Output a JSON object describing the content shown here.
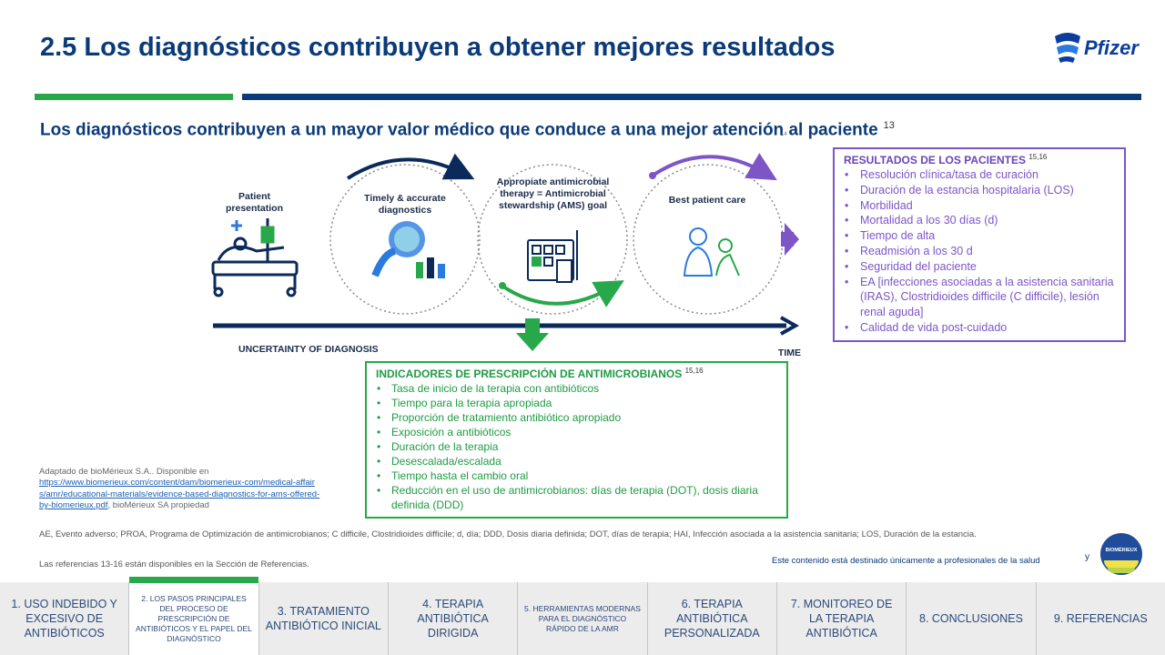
{
  "title": "2.5 Los diagnósticos contribuyen a obtener mejores resultados",
  "logo": "Pfizer",
  "subtitle": "Los diagnósticos contribuyen a un mayor valor médico que conduce a una mejor atención al paciente",
  "subtitle_ref": "13",
  "stray_ref": "14",
  "diagram": {
    "patient": "Patient presentation",
    "step1": "Timely & accurate diagnostics",
    "step2": "Appropiate antimicrobial therapy = Antimicrobial stewardship (AMS) goal",
    "step3": "Best patient care",
    "axis_left": "UNCERTAINTY OF DIAGNOSIS",
    "axis_right": "TIME"
  },
  "outcomes": {
    "heading": "RESULTADOS DE LOS PACIENTES",
    "ref": "15,16",
    "items": [
      "Resolución clínica/tasa de curación",
      "Duración de la estancia hospitalaria (LOS)",
      "Morbilidad",
      "Mortalidad a los 30 días (d)",
      "Tiempo de alta",
      "Readmisión a los 30 d",
      "Seguridad del paciente",
      "EA [infecciones asociadas a la asistencia sanitaria (IRAS), Clostridioides difficile (C difficile), lesión renal aguda]",
      "Calidad de vida post-cuidado"
    ]
  },
  "indicators": {
    "heading": "INDICADORES DE PRESCRIPCIÓN DE ANTIMICROBIANOS",
    "ref": "15,16",
    "items": [
      "Tasa de inicio de la terapia con antibióticos",
      "Tiempo para la terapia apropiada",
      "Proporción de tratamiento antibiótico apropiado",
      "Exposición a antibióticos",
      "Duración de la terapia",
      "Desescalada/escalada",
      "Tiempo hasta el cambio oral",
      "Reducción en el uso de antimicrobianos: días de terapia (DOT), dosis diaria definida (DDD)"
    ]
  },
  "source": {
    "prefix": "Adaptado de bioMérieux S.A.. Disponible en",
    "link": "https://www.biomerieux.com/content/dam/biomerieux-com/medical-affairs/amr/educational-materials/evidence-based-diagnostics-for-ams-offered-by-biomerieux.pdf",
    "suffix": ", bioMérieux SA propiedad"
  },
  "abbreviations": "AE, Evento adverso; PROA, Programa de Optimización de antimicrobianos; C difficile, Clostridioides difficile; d, día; DDD, Dosis diaria definida; DOT, días de terapia; HAI, Infección asociada a la asistencia sanitaria; LOS, Duración de la estancia.",
  "references_note": "Las referencias 13-16 están disponibles en la Sección de Referencias.",
  "audience_note": "Este contenido está destinado únicamente a profesionales de la salud",
  "audience_y": "y",
  "partner_logo": "BIOMÉRIEUX",
  "nav": [
    "1. USO INDEBIDO Y EXCESIVO DE ANTIBIÓTICOS",
    "2. LOS PASOS PRINCIPALES DEL PROCESO DE PRESCRIPCIÓN DE ANTIBIÓTICOS Y EL PAPEL DEL DIAGNÓSTICO",
    "3. TRATAMIENTO ANTIBIÓTICO INICIAL",
    "4. TERAPIA ANTIBIÓTICA DIRIGIDA",
    "5. HERRAMIENTAS MODERNAS PARA EL DIAGNÓSTICO RÁPIDO DE LA AMR",
    "6. TERAPIA ANTIBIÓTICA PERSONALIZADA",
    "7. MONITOREO DE LA TERAPIA ANTIBIÓTICA",
    "8. CONCLUSIONES",
    "9. REFERENCIAS"
  ],
  "colors": {
    "navy": "#0b3a78",
    "green": "#27a84a",
    "purple": "#7d55c7"
  }
}
